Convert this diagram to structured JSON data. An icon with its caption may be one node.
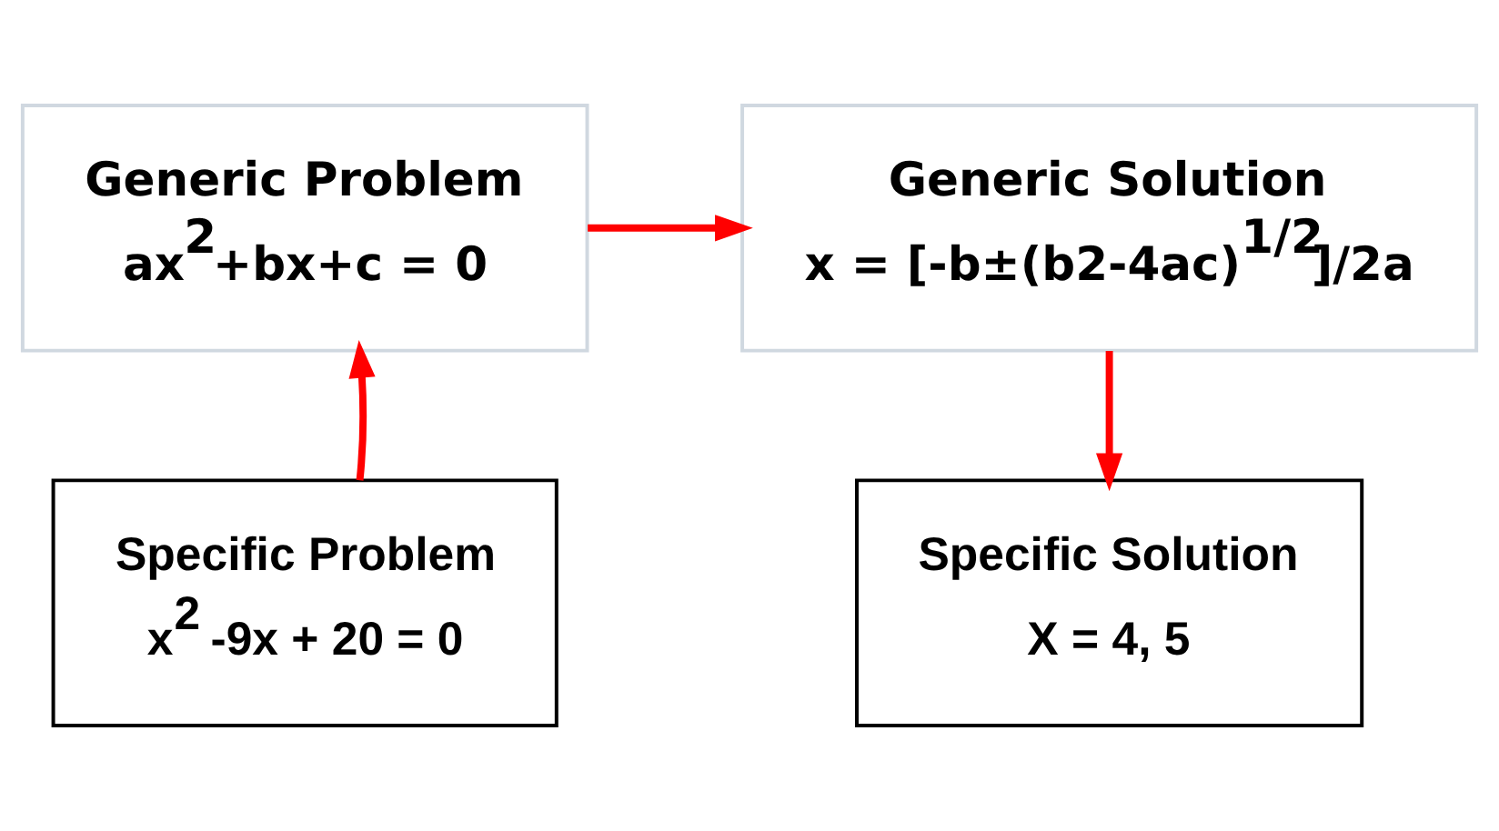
{
  "diagram": {
    "nodes": [
      {
        "text": [
          "Generic Problem",
          "ax$^{2}$+bx+c = 0"
        ]
      },
      {
        "text": [
          "Generic Solution",
          "x = [-b±(b2-4ac)$^{1/2}$]/2a"
        ]
      },
      {
        "text": [
          "Specific Problem",
          "x$^{2}$ -9x + 20 = 0"
        ]
      },
      {
        "text": [
          "Specific Solution",
          "X = 4, 5"
        ]
      }
    ],
    "edges": [
      {
        "from": 2,
        "to": 0,
        "arrow": "to"
      },
      {
        "from": 0,
        "to": 1,
        "arrow": "to"
      },
      {
        "from": 1,
        "to": 3,
        "arrow": "to"
      }
    ]
  }
}
